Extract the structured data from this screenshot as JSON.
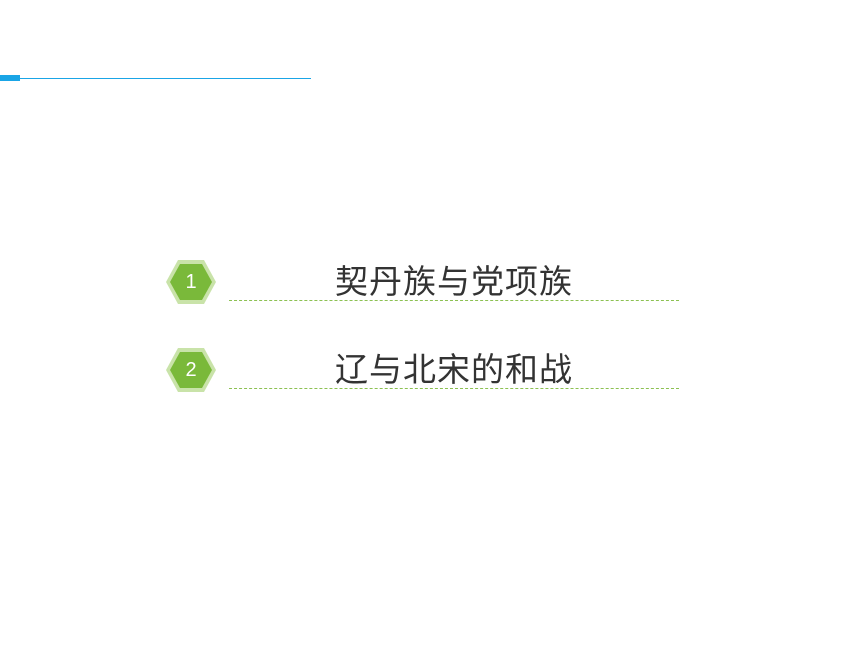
{
  "toc": {
    "items": [
      {
        "number": "1",
        "title": "契丹族与党项族"
      },
      {
        "number": "2",
        "title": "辽与北宋的和战"
      }
    ]
  },
  "colors": {
    "header_accent": "#1aa5e6",
    "hexagon_fill": "#7ab93a",
    "hexagon_border": "#c9e3a9",
    "underline": "#8cc152"
  }
}
